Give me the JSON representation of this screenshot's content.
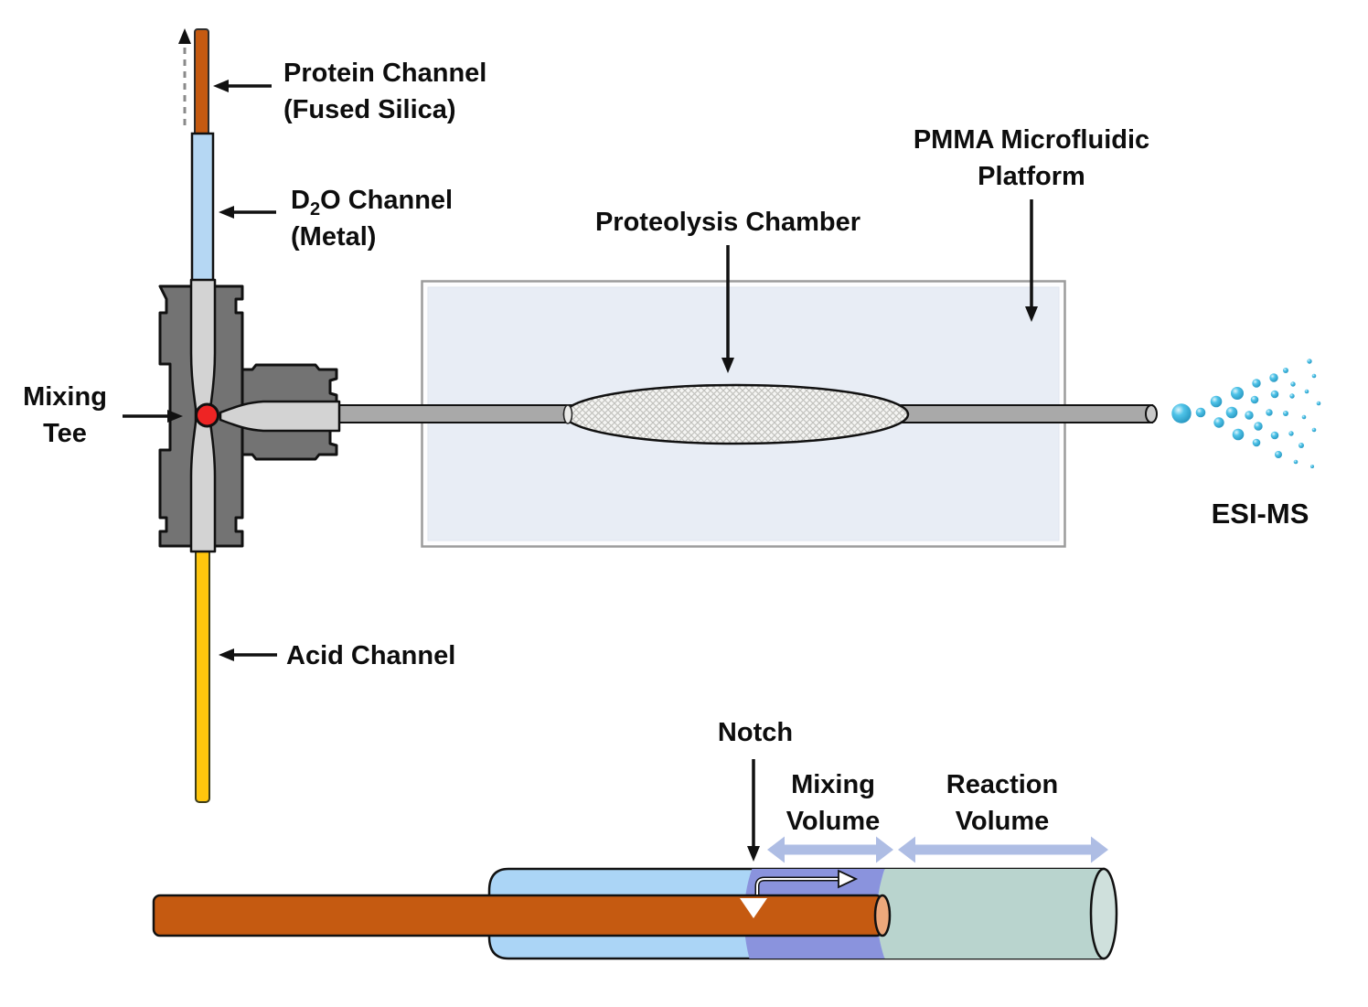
{
  "figure": {
    "description": "Microfluidic HDX-MS platform schematic with mixing tee, proteolysis chamber and ESI-MS spray, plus tube-in-tube mixing detail"
  },
  "labels": {
    "protein_channel_line1": "Protein Channel",
    "protein_channel_line2": "(Fused Silica)",
    "d2o_pre": "D",
    "d2o_sub": "2",
    "d2o_post": "O Channel",
    "d2o_line2": "(Metal)",
    "mixing_tee_line1": "Mixing",
    "mixing_tee_line2": "Tee",
    "acid_channel": "Acid Channel",
    "proteolysis_chamber": "Proteolysis Chamber",
    "pmma_line1": "PMMA Microfluidic",
    "pmma_line2": "Platform",
    "esi_ms": "ESI-MS",
    "notch": "Notch",
    "mixing_volume_line1": "Mixing",
    "mixing_volume_line2": "Volume",
    "reaction_volume_line1": "Reaction",
    "reaction_volume_line2": "Volume"
  },
  "colors": {
    "protein_orange": "#C55A11",
    "d2o_blue": "#B5D7F3",
    "acid_yellow": "#FFC60D",
    "tee_body_gray": "#737373",
    "channel_gray": "#D3D3D3",
    "tube_gray": "#A9A9A9",
    "tube_cap_gray": "#C9C9C9",
    "mix_point_red": "#EE2424",
    "platform_fill": "#E8EDF5",
    "chamber_fill": "#F5F5F3",
    "spray_blue": "#4EC3E8",
    "outer_tube_blue": "#ABD5F6",
    "mixing_zone_purple": "#8A93DD",
    "reaction_zone_green": "#B9D4CE",
    "reaction_cap_green": "#CFE0DC",
    "inner_tube_cap_orange": "#ECA87B",
    "volume_arrow_blue": "#AEBDE4",
    "label_black": "#0d0d0d"
  }
}
